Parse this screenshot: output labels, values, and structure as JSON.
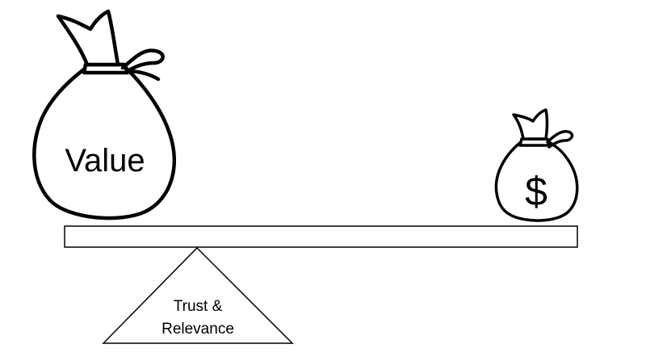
{
  "diagram": {
    "big_bag_label": "Value",
    "small_bag_label": "$",
    "fulcrum_label_line1": "Trust &",
    "fulcrum_label_line2": "Relevance"
  },
  "colors": {
    "ink": "#000000",
    "background": "#ffffff"
  },
  "icons": [
    "money-bag-icon",
    "dollar-bag-icon",
    "seesaw-beam",
    "fulcrum-triangle"
  ]
}
